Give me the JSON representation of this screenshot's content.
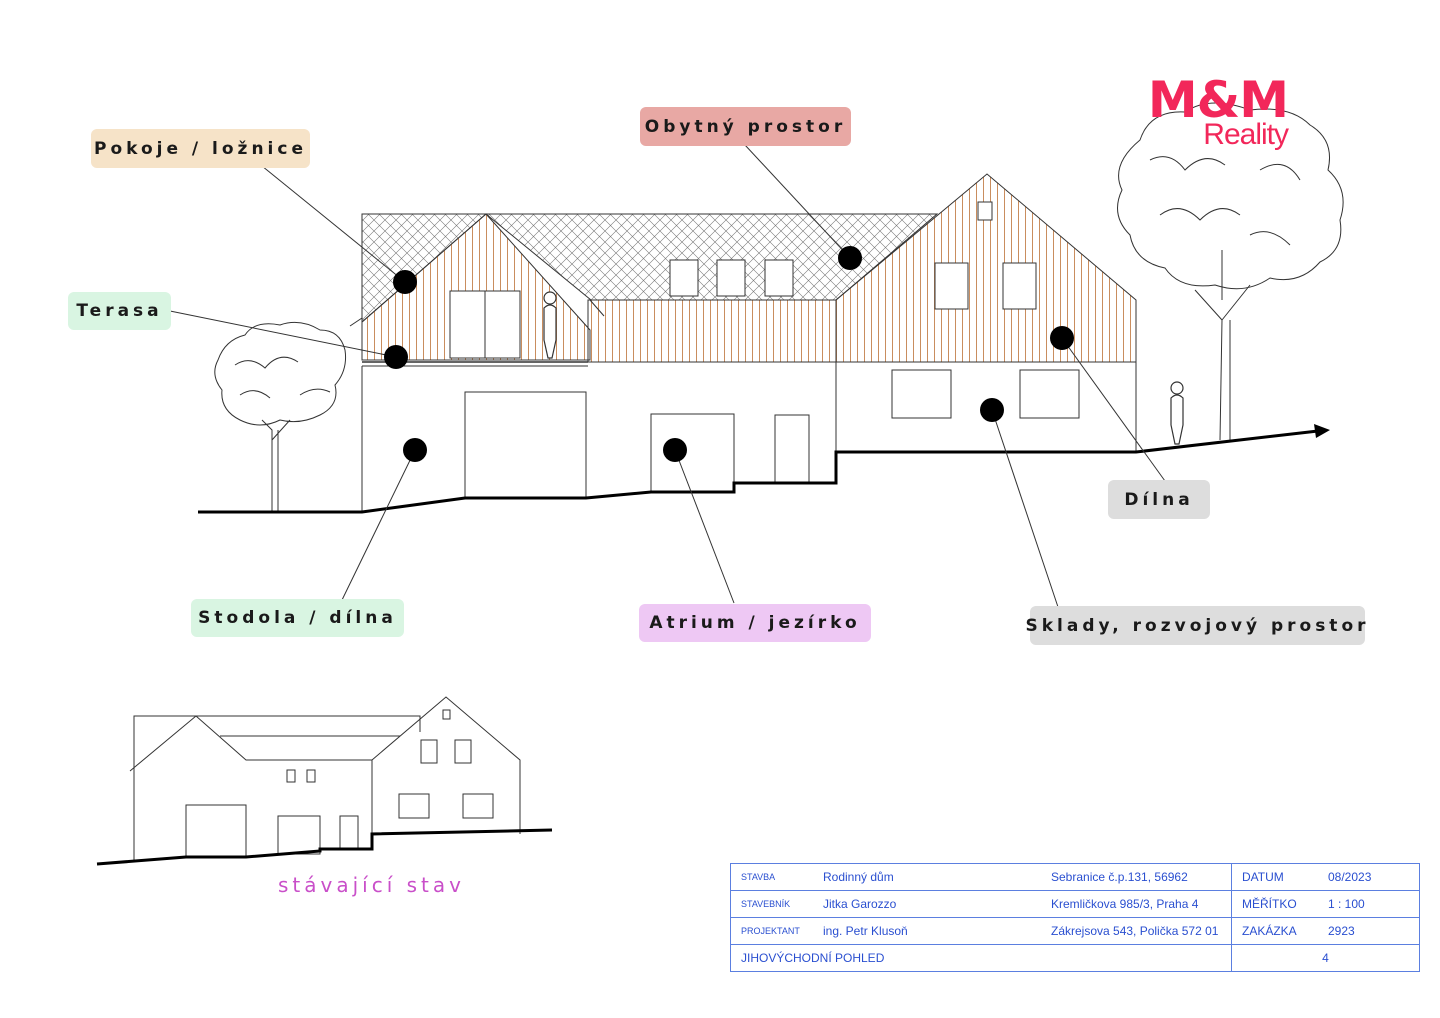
{
  "labels": {
    "pokoje": "Pokoje / ložnice",
    "obytny": "Obytný prostor",
    "terasa": "Terasa",
    "dilna": "Dílna",
    "stodola": "Stodola / dílna",
    "atrium": "Atrium / jezírko",
    "sklady": "Sklady, rozvojový prostor"
  },
  "label_colors": {
    "pokoje": "#f6e3c8",
    "obytny": "#e8a8a4",
    "terasa": "#d9f5e2",
    "dilna": "#dddddd",
    "stodola": "#d9f5e2",
    "atrium": "#eec8f4",
    "sklady": "#dddddd"
  },
  "logo": {
    "brand": "M&M",
    "sub": "Reality",
    "color": "#f2275a"
  },
  "caption": "stávající stav",
  "title_block": {
    "rows": [
      {
        "label": "STAVBA",
        "name": "Rodinný dům",
        "address": "Sebranice č.p.131, 56962",
        "key": "DATUM",
        "value": "08/2023"
      },
      {
        "label": "STAVEBNÍK",
        "name": "Jitka Garozzo",
        "address": "Kremličkova 985/3, Praha 4",
        "key": "MĚŘÍTKO",
        "value": "1 : 100"
      },
      {
        "label": "PROJEKTANT",
        "name": "ing. Petr Klusoň",
        "address": "Zákrejsova 543, Polička 572 01",
        "key": "ZAKÁZKA",
        "value": "2923"
      }
    ],
    "view_name": "JIHOVÝCHODNÍ POHLED",
    "sheet": "4"
  }
}
